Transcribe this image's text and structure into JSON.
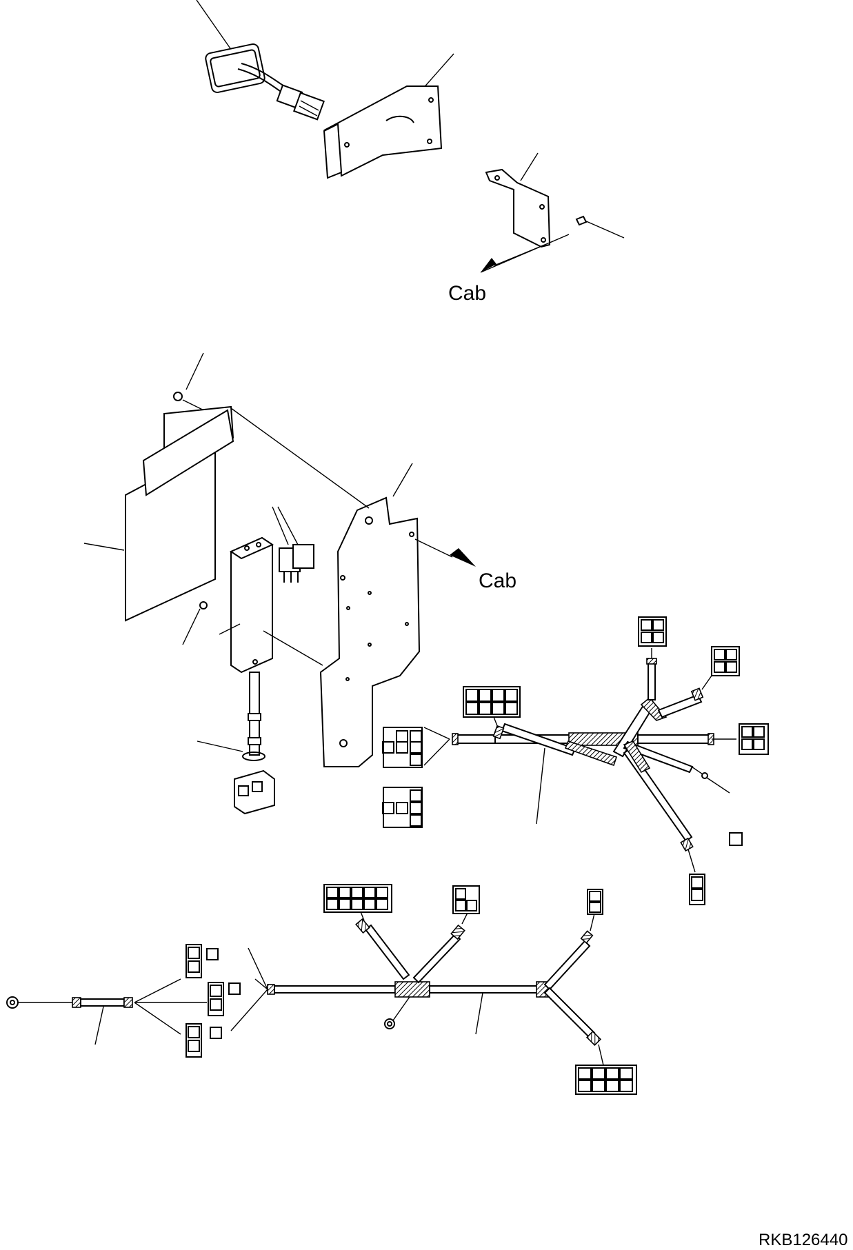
{
  "drawing": {
    "labels": {
      "cab_top": "Cab",
      "cab_middle": "Cab"
    },
    "code": "RKB126440"
  }
}
